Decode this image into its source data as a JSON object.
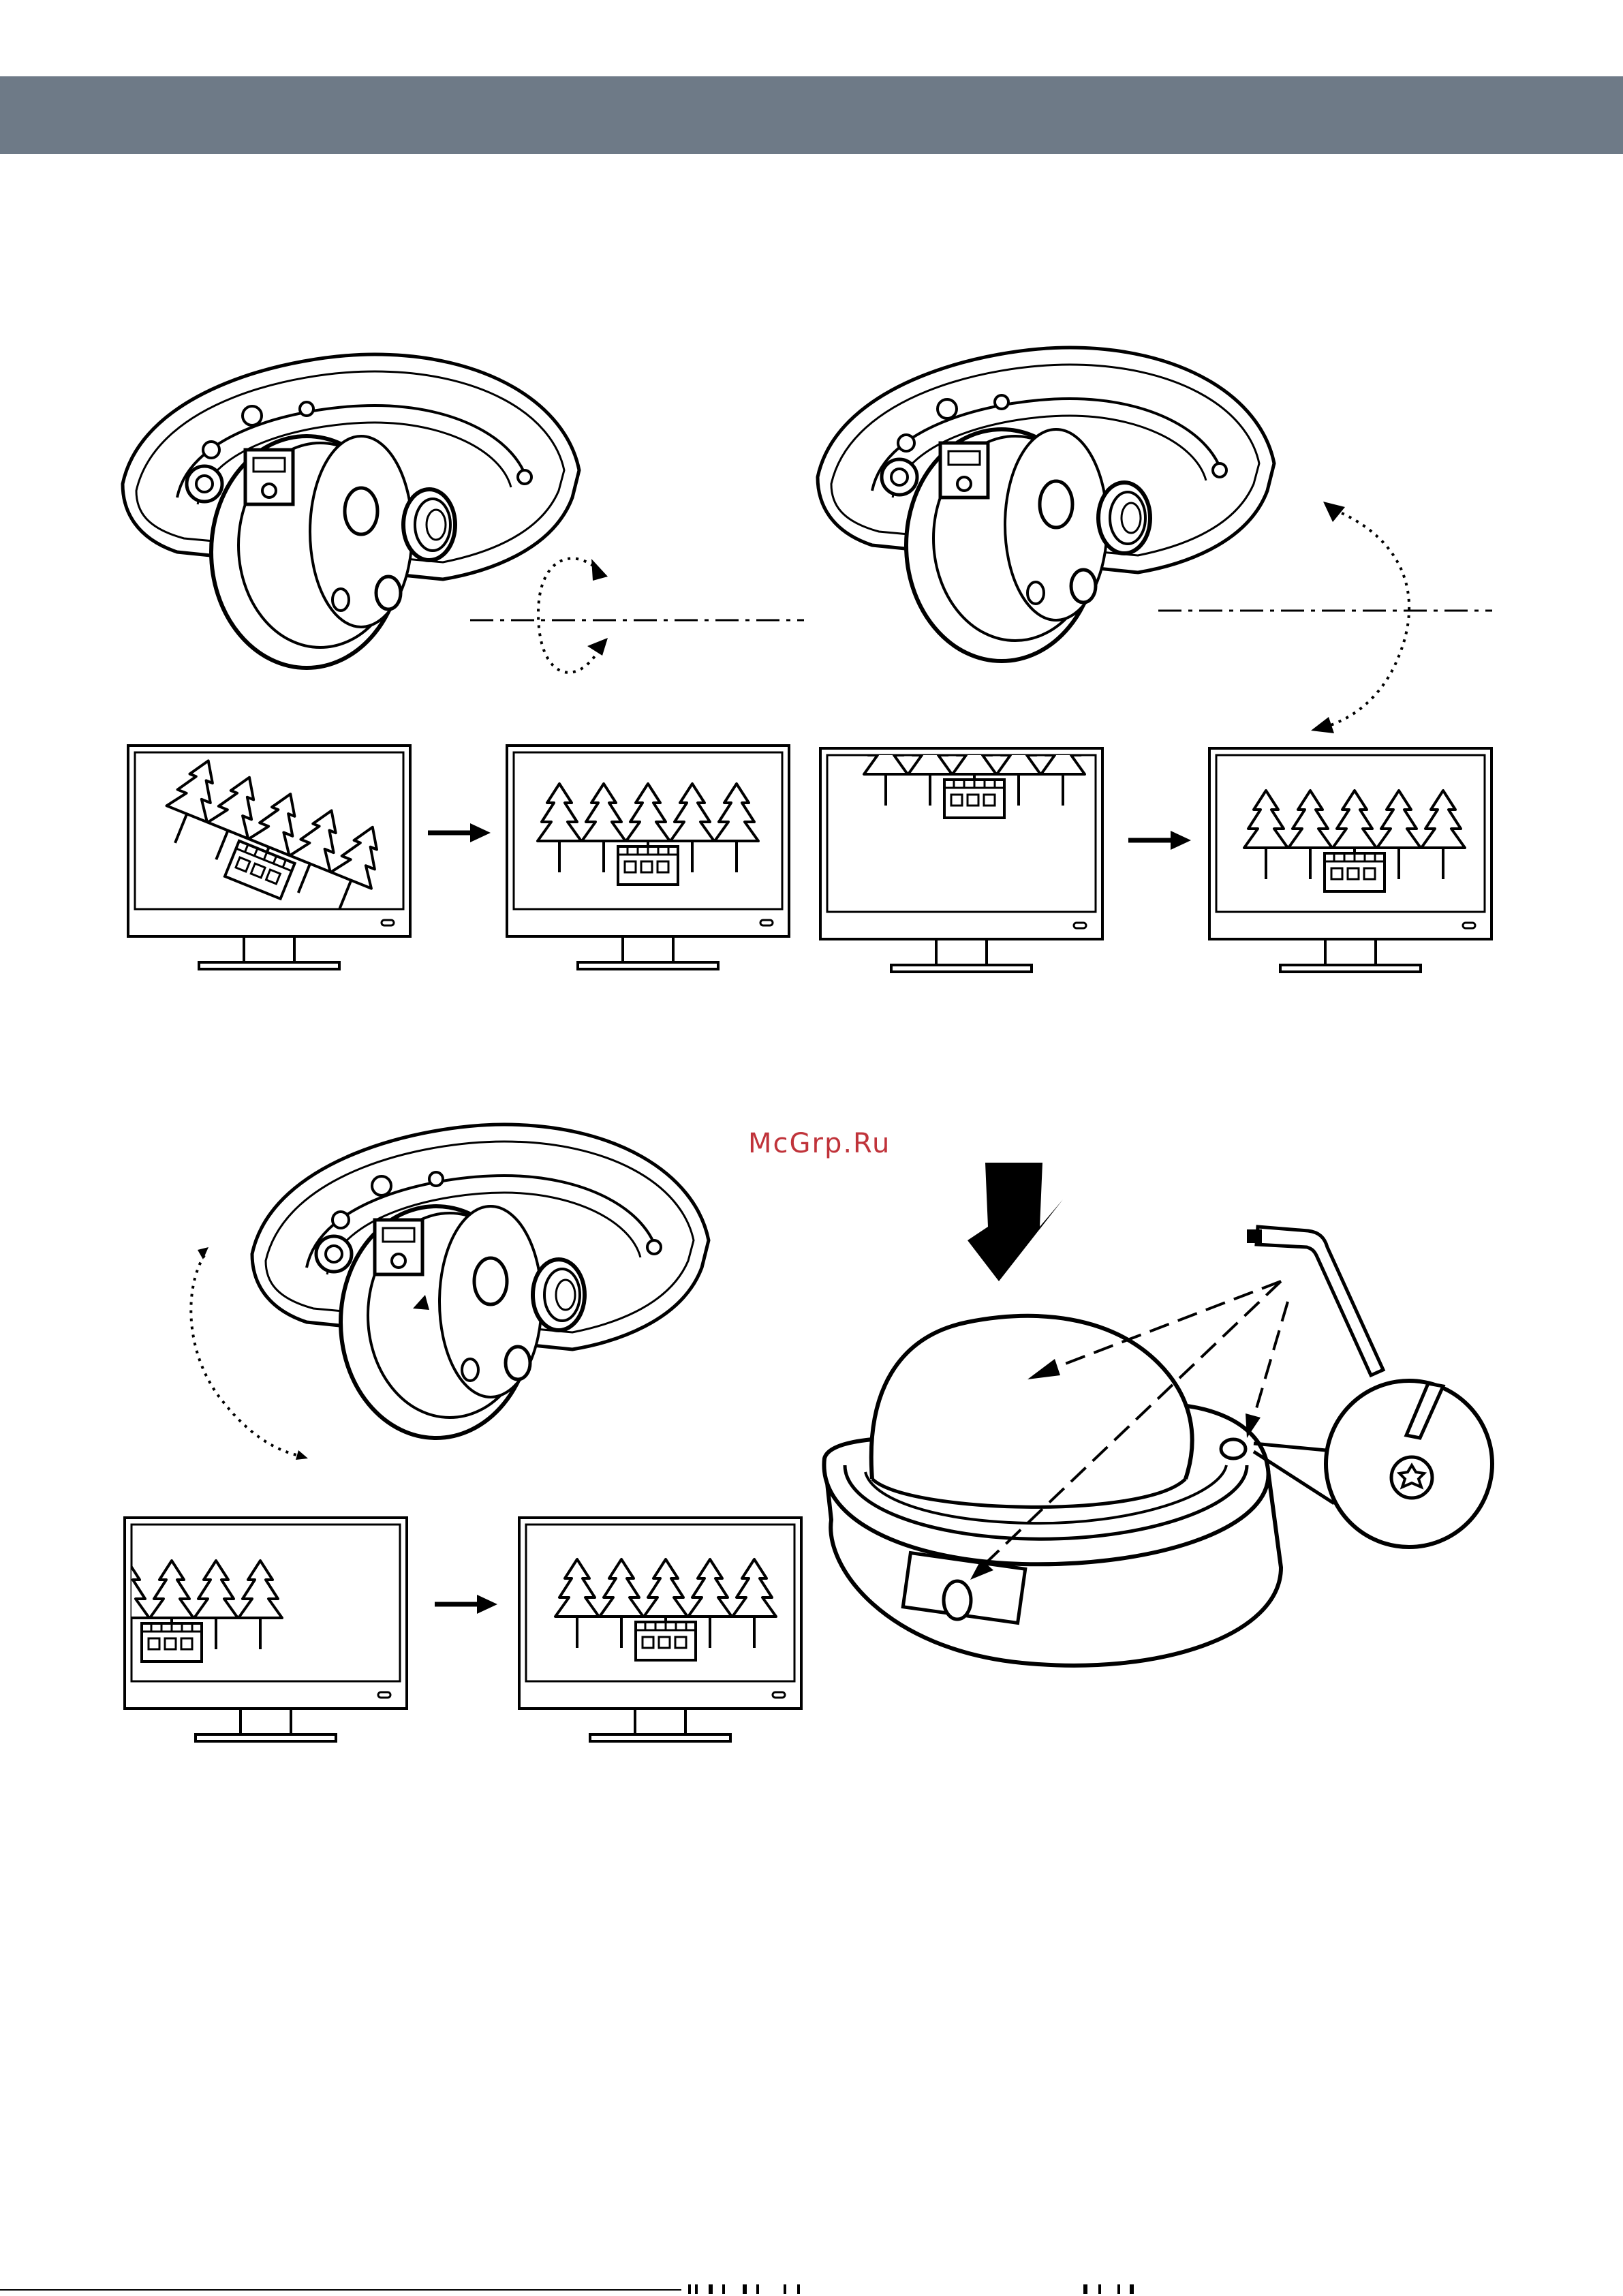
{
  "header": {
    "color": "#6e7a87"
  },
  "watermark": {
    "text": "McGrp.Ru",
    "color": "#c0333a"
  },
  "illustrations": [
    {
      "name": "pan-adjustment",
      "icons": [
        "dome-camera-open",
        "rotation-arrow",
        "monitor-tilted-view",
        "arrow-right",
        "monitor-corrected-view"
      ]
    },
    {
      "name": "tilt-adjustment",
      "icons": [
        "dome-camera-open",
        "tilt-arrow",
        "monitor-top-view",
        "arrow-right",
        "monitor-corrected-view"
      ]
    },
    {
      "name": "rotate-adjustment",
      "icons": [
        "dome-camera-open",
        "swivel-arrow",
        "monitor-left-view",
        "arrow-right",
        "monitor-corrected-view"
      ]
    },
    {
      "name": "close-dome-cover",
      "icons": [
        "push-down-arrow",
        "dome-cover",
        "torx-wrench",
        "torx-screw-detail"
      ]
    }
  ]
}
